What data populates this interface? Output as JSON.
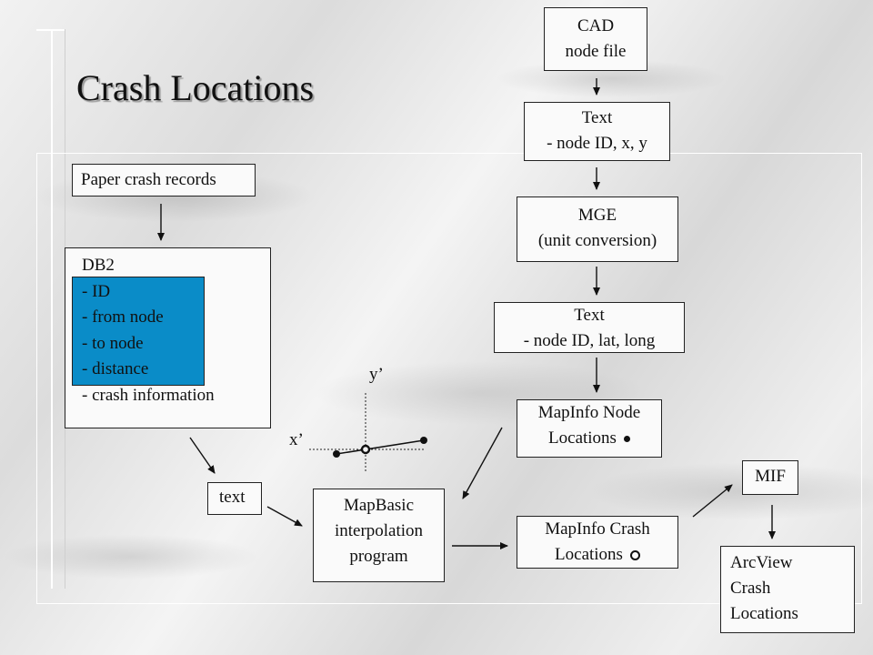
{
  "title": "Crash Locations",
  "boxes": {
    "paper": "Paper crash records",
    "db2": {
      "title": "DB2",
      "fields": [
        "- ID",
        "- from node",
        "- to node",
        "- distance",
        "- crash information"
      ]
    },
    "text_small": "text",
    "mapbasic": [
      "MapBasic",
      "interpolation",
      "program"
    ],
    "cad": [
      "CAD",
      "node file"
    ],
    "text1": [
      "Text",
      "- node ID, x, y"
    ],
    "mge": [
      "MGE",
      "(unit conversion)"
    ],
    "text2": [
      "Text",
      "- node ID, lat, long"
    ],
    "mapinfo_node": [
      "MapInfo Node",
      "Locations"
    ],
    "mapinfo_crash": [
      "MapInfo Crash",
      "Locations"
    ],
    "mif": "MIF",
    "arcview": [
      "ArcView",
      "Crash",
      "Locations"
    ]
  },
  "axis": {
    "x_label": "x’",
    "y_label": "y’"
  },
  "colors": {
    "highlight": "#0a8cc8",
    "box_fill": "#fafafa"
  }
}
